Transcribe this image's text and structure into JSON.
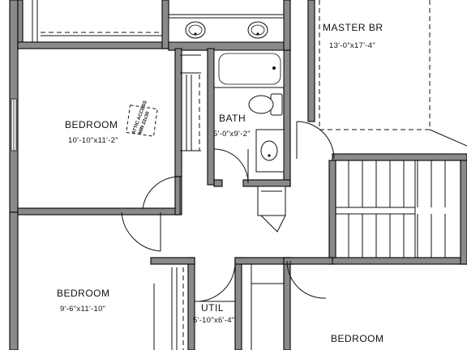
{
  "rooms": {
    "master": {
      "name": "MASTER BR",
      "dims": "13'-0\"x17'-4\""
    },
    "bedroom_nw": {
      "name": "BEDROOM",
      "dims": "10'-10\"x11'-2\""
    },
    "bath": {
      "name": "BATH",
      "dims": "5'-0\"x9'-2\""
    },
    "bedroom_sw": {
      "name": "BEDROOM",
      "dims": "9'-6\"x11'-10\""
    },
    "util": {
      "name": "UTIL",
      "dims": "5'-10\"x6'-4\""
    },
    "bedroom_se": {
      "name": "BEDROOM",
      "dims": ""
    }
  },
  "attic_access": {
    "line1": "ATTIC ACCESS",
    "line2": "MIN 22x30"
  }
}
